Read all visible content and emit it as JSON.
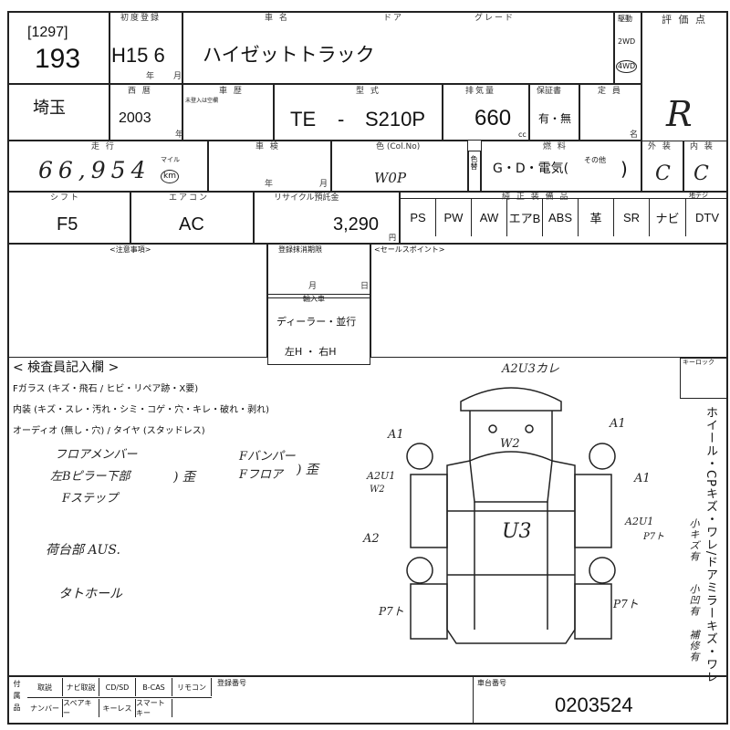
{
  "lot": {
    "serial": "[1297]",
    "number": "193"
  },
  "first_reg": {
    "label": "初度登録",
    "value": "H15 6",
    "year": "年",
    "month": "月"
  },
  "car": {
    "name_label": "車 名",
    "door_label": "ドア",
    "grade_label": "グレード",
    "name": "ハイゼットトラック"
  },
  "drive": {
    "label": "駆動",
    "opt1": "2WD",
    "opt2": "4WD"
  },
  "score": {
    "label": "評 価 点",
    "value": "R"
  },
  "region": "埼玉",
  "year": {
    "label": "西 暦",
    "value": "2003",
    "unit": "年"
  },
  "history": {
    "label": "車 歴",
    "note": "未登入は空欄"
  },
  "model": {
    "label": "型 式",
    "prefix": "TE",
    "sep": "-",
    "code": "S210P"
  },
  "displacement": {
    "label": "排気量",
    "value": "660",
    "unit": "cc"
  },
  "warranty": {
    "label": "保証書",
    "value": "有・無"
  },
  "capacity": {
    "label": "定 員",
    "unit": "名"
  },
  "mileage": {
    "label": "走 行",
    "value": "66,954",
    "mile": "マイル",
    "km": "km"
  },
  "inspection": {
    "label": "車 検",
    "year": "年",
    "month": "月"
  },
  "color": {
    "label": "色 (Col.No)",
    "value": "W0P",
    "change": "色替"
  },
  "fuel": {
    "label": "燃 料",
    "value": "G・D・電気(",
    "other": "その他",
    ")": ")"
  },
  "exterior": {
    "label": "外 装",
    "value": "C"
  },
  "interior": {
    "label": "内 装",
    "value": "C"
  },
  "shift": {
    "label": "シフト",
    "value": "F5"
  },
  "aircon": {
    "label": "エアコン",
    "value": "AC"
  },
  "recycle": {
    "label": "リサイクル預託金",
    "value": "3,290",
    "unit": "円"
  },
  "equipment": {
    "label": "純 正 装 備 品",
    "items": [
      "PS",
      "PW",
      "AW",
      "エアB",
      "ABS",
      "革",
      "SR",
      "ナビ"
    ],
    "tv_label": "地デジ",
    "tv": "DTV"
  },
  "notes_label": "<注意事項>",
  "dereg": {
    "label": "登録抹消期限",
    "month": "月",
    "day": "日"
  },
  "import": {
    "label": "輸入車",
    "dealer": "ディーラー・並行",
    "hand": "左H ・ 右H"
  },
  "sales_label": "<セールスポイント>",
  "inspector": {
    "title": "< 検査員記入欄 >",
    "glass": "Fガラス (キズ・飛石 / ヒビ・リペア跡・X要)",
    "interior": "内装 (キズ・スレ・汚れ・シミ・コゲ・穴・キレ・破れ・剥れ)",
    "audio": "オーディオ (無し・穴) / タイヤ (スタッドレス)",
    "handwritten": [
      "フロアメンバー",
      "左Bピラー下部",
      "Fステップ",
      ") 歪",
      "Fバンパー",
      "Fフロア",
      ") 歪",
      "荷台部 AUS.",
      "タトホール"
    ]
  },
  "keylock": "キーロック",
  "side_note": "ホイール・CPキズ・ワレ/ドアミラーキズ・ワレ",
  "side_hand": [
    "小キズ有",
    "小凹有",
    "補修有"
  ],
  "diagram": {
    "marks": [
      "A2U3カレ",
      "A1",
      "W2",
      "A1",
      "A1",
      "A2U1",
      "W2",
      "U3",
      "A2U1",
      "P7ト",
      "A2",
      "P7ト",
      "P7ト"
    ]
  },
  "accessories": {
    "label": "付属品",
    "row1": [
      "取説",
      "ナビ取説",
      "CD/SD",
      "B-CAS",
      "リモコン"
    ],
    "row2": [
      "ナンバー",
      "スペアキー",
      "キーレス",
      "スマートキー"
    ]
  },
  "reg_number": {
    "label": "登録番号"
  },
  "chassis": {
    "label": "車台番号",
    "value": "0203524"
  }
}
